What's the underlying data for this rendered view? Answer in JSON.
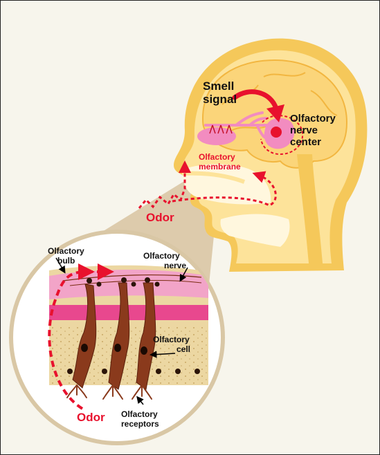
{
  "labels": {
    "smell_signal_line1": "Smell",
    "smell_signal_line2": "signal",
    "olfactory_nerve_center_line1": "Olfactory",
    "olfactory_nerve_center_line2": "nerve",
    "olfactory_nerve_center_line3": "center",
    "olfactory_membrane_line1": "Olfactory",
    "olfactory_membrane_line2": "membrane",
    "odor_head": "Odor",
    "olfactory_bulb_line1": "Olfactory",
    "olfactory_bulb_line2": "bulb",
    "olfactory_nerve_line1": "Olfactory",
    "olfactory_nerve_line2": "nerve",
    "olfactory_cell_line1": "Olfactory",
    "olfactory_cell_line2": "cell",
    "odor_inset": "Odor",
    "olfactory_receptors_line1": "Olfactory",
    "olfactory_receptors_line2": "receptors"
  },
  "colors": {
    "background": "#f7f5ec",
    "head_outline": "#f5c85a",
    "head_fill": "#fde39a",
    "brain_fill": "#fbd57a",
    "pink": "#f28cc0",
    "red": "#e8112d",
    "cell_brown": "#8a3a1c",
    "tissue_tan": "#ecd7a2",
    "magenta_band": "#e8488e"
  }
}
